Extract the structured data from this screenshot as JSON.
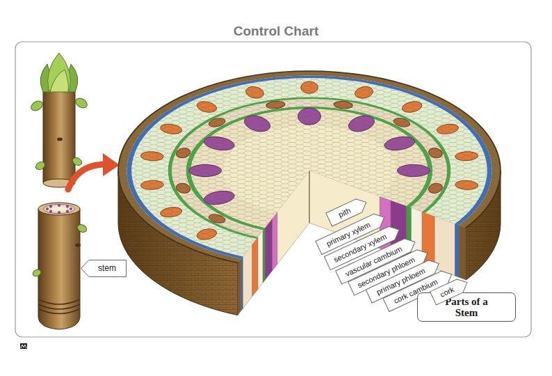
{
  "diagram": {
    "title": "Control Chart",
    "nodes": [
      {
        "text": [
          "stem"
        ]
      },
      {
        "text": [
          "pith"
        ]
      },
      {
        "text": [
          "primary xylem"
        ]
      },
      {
        "text": [
          "secondary xylem"
        ]
      },
      {
        "text": [
          "vascular cambium"
        ]
      },
      {
        "text": [
          "secondary phloem"
        ]
      },
      {
        "text": [
          "primary phloem"
        ]
      },
      {
        "text": [
          "cork cambium"
        ]
      },
      {
        "text": [
          "cork"
        ]
      },
      {
        "text": [
          "Parts of a Stem"
        ]
      }
    ]
  }
}
